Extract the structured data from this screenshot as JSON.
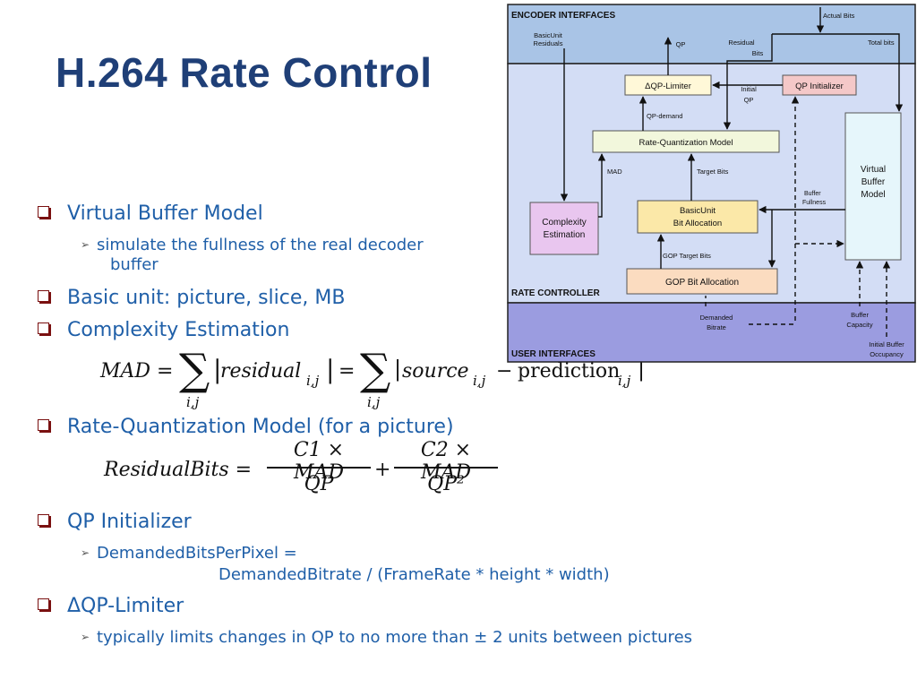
{
  "title": "H.264 Rate Control",
  "bullets": {
    "vbm": "Virtual Buffer Model",
    "vbm_sub_line1": "simulate the fullness of the real decoder",
    "vbm_sub_line2": "buffer",
    "basic_unit": "Basic unit: picture, slice, MB",
    "complexity": "Complexity Estimation",
    "rq_model": "Rate-Quantization Model (for a picture)",
    "qp_init": "QP Initializer",
    "qp_init_sub_line1": "DemandedBitsPerPixel =",
    "qp_init_sub_line2": "DemandedBitrate / (FrameRate * height * width)",
    "dqp": "ΔQP-Limiter",
    "dqp_sub": "typically limits changes in QP to no more than ± 2 units between pictures"
  },
  "formulas": {
    "mad_lhs": "MAD =",
    "mad_term1": "residual",
    "mad_eq": "=",
    "mad_source": "source",
    "mad_minus": "−",
    "mad_pred": "prediction",
    "sub_ij": "i,j",
    "rb_lhs": "ResidualBits =",
    "rb_num1": "C1 × MAD",
    "rb_den1": "QP",
    "rb_plus": "+",
    "rb_num2": "C2 × MAD",
    "rb_den2": "QP²"
  },
  "diagram": {
    "encoder_interfaces": "ENCODER INTERFACES",
    "rate_controller": "RATE CONTROLLER",
    "user_interfaces": "USER INTERFACES",
    "basic_unit_residuals_1": "BasicUnit",
    "basic_unit_residuals_2": "Residuals",
    "qp": "QP",
    "residual_bits_1": "Residual",
    "residual_bits_2": "Bits",
    "actual_bits": "Actual Bits",
    "total_bits": "Total bits",
    "dqp_limiter": "ΔQP-Limiter",
    "qp_initializer": "QP Initializer",
    "initial_qp_1": "Initial",
    "initial_qp_2": "QP",
    "qp_demand": "QP-demand",
    "rq_model": "Rate-Quantization Model",
    "mad": "MAD",
    "target_bits": "Target Bits",
    "virtual_1": "Virtual",
    "virtual_2": "Buffer",
    "virtual_3": "Model",
    "complexity_1": "Complexity",
    "complexity_2": "Estimation",
    "basicunit_1": "BasicUnit",
    "basicunit_2": "Bit Allocation",
    "buffer_fullness_1": "Buffer",
    "buffer_fullness_2": "Fullness",
    "gop_target_bits": "GOP Target Bits",
    "gop_bit_allocation": "GOP Bit Allocation",
    "demanded_1": "Demanded",
    "demanded_2": "Bitrate",
    "buffer_capacity_1": "Buffer",
    "buffer_capacity_2": "Capacity",
    "initial_buffer_1": "Initial Buffer",
    "initial_buffer_2": "Occupancy"
  },
  "colors": {
    "title": "#1f3f77",
    "bullet_text": "#1f5fa8",
    "encoder_bg": "#a9c4e6",
    "controller_bg": "#d3ddf5",
    "user_bg": "#9b9ce0",
    "qp_init_bg": "#f4c8c8",
    "complexity_bg": "#e9c6ef",
    "basicunit_bg": "#fbe8a8",
    "gop_bg": "#fbdcc0",
    "virtual_bg": "#e6f6fb",
    "rq_bg": "#f2f7dc"
  }
}
